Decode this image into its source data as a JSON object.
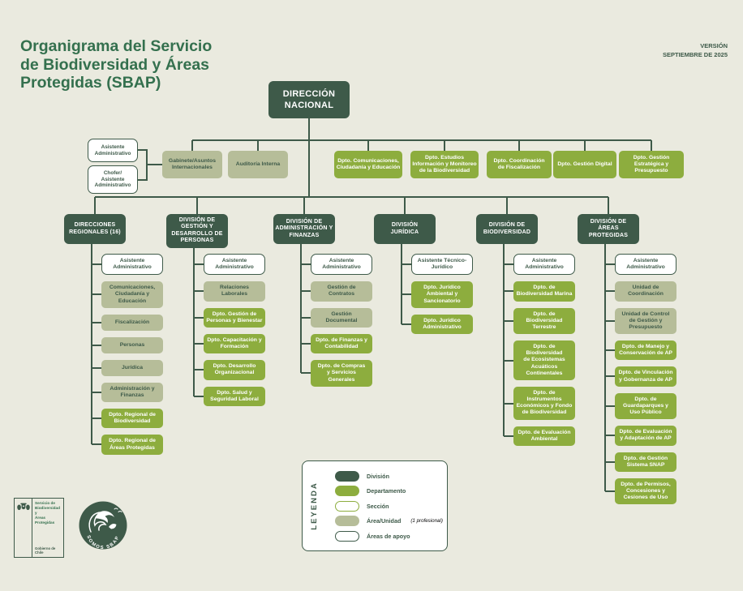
{
  "header": {
    "title": "Organigrama del Servicio\nde Biodiversidad y Áreas\nProtegidas (SBAP)",
    "version_label": "VERSIÓN",
    "version_date": "SEPTIEMBRE DE 2025"
  },
  "root": {
    "label": "DIRECCIÓN\nNACIONAL"
  },
  "support_boxes": [
    {
      "label": "Asistente\nAdministrativo",
      "type": "support"
    },
    {
      "label": "Chofer/\nAsistente\nAdministrativo",
      "type": "support"
    }
  ],
  "staff_row": [
    {
      "label": "Gabinete/Asuntos\nInternacionales",
      "type": "area"
    },
    {
      "label": "Auditoría Interna",
      "type": "area"
    },
    {
      "label": "Dpto. Comunicaciones,\nCiudadanía y Educación",
      "type": "department"
    },
    {
      "label": "Dpto. Estudios\nInformación y Monitoreo\nde la Biodiversidad",
      "type": "department"
    },
    {
      "label": "Dpto. Coordinación\nde Fiscalización",
      "type": "department"
    },
    {
      "label": "Dpto. Gestión Digital",
      "type": "department"
    },
    {
      "label": "Dpto. Gestión\nEstratégica y\nPresupuesto",
      "type": "department"
    }
  ],
  "divisions": [
    {
      "label": "DIRECCIONES\nREGIONALES (16)",
      "children": [
        {
          "label": "Asistente\nAdministrativo",
          "type": "support"
        },
        {
          "label": "Comunicaciones,\nCiudadanía y\nEducación",
          "type": "area"
        },
        {
          "label": "Fiscalización",
          "type": "area"
        },
        {
          "label": "Personas",
          "type": "area"
        },
        {
          "label": "Jurídica",
          "type": "area"
        },
        {
          "label": "Administración y\nFinanzas",
          "type": "area"
        },
        {
          "label": "Dpto. Regional de\nBiodiversidad",
          "type": "department"
        },
        {
          "label": "Dpto. Regional de\nÁreas Protegidas",
          "type": "department"
        }
      ]
    },
    {
      "label": "DIVISIÓN DE\nGESTIÓN Y\nDESARROLLO DE\nPERSONAS",
      "children": [
        {
          "label": "Asistente\nAdministrativo",
          "type": "support"
        },
        {
          "label": "Relaciones\nLaborales",
          "type": "area"
        },
        {
          "label": "Dpto. Gestión de\nPersonas y Bienestar",
          "type": "department"
        },
        {
          "label": "Dpto. Capacitación y\nFormación",
          "type": "department"
        },
        {
          "label": "Dpto. Desarrollo\nOrganizacional",
          "type": "department"
        },
        {
          "label": "Dpto. Salud y\nSeguridad Laboral",
          "type": "department"
        }
      ]
    },
    {
      "label": "DIVISIÓN DE\nADMINISTRACIÓN Y\nFINANZAS",
      "children": [
        {
          "label": "Asistente\nAdministrativo",
          "type": "support"
        },
        {
          "label": "Gestión de\nContratos",
          "type": "area"
        },
        {
          "label": "Gestión\nDocumental",
          "type": "area"
        },
        {
          "label": "Dpto. de Finanzas y\nContabilidad",
          "type": "department"
        },
        {
          "label": "Dpto. de Compras\ny Servicios\nGenerales",
          "type": "department"
        }
      ]
    },
    {
      "label": "DIVISIÓN\nJURÍDICA",
      "children": [
        {
          "label": "Asistente Técnico-\nJurídico",
          "type": "support"
        },
        {
          "label": "Dpto. Jurídico\nAmbiental y\nSancionatorio",
          "type": "department"
        },
        {
          "label": "Dpto. Jurídico\nAdministrativo",
          "type": "department"
        }
      ]
    },
    {
      "label": "DIVISIÓN DE\nBIODIVERSIDAD",
      "children": [
        {
          "label": "Asistente\nAdministrativo",
          "type": "support"
        },
        {
          "label": "Dpto. de\nBiodiversidad Marina",
          "type": "department"
        },
        {
          "label": "Dpto. de\nBiodiversidad\nTerrestre",
          "type": "department"
        },
        {
          "label": "Dpto. de\nBiodiversidad\nde Ecosistemas\nAcuáticos\nContinentales",
          "type": "department"
        },
        {
          "label": "Dpto. de\nInstrumentos\nEconómicos y Fondo\nde Biodiversidad",
          "type": "department"
        },
        {
          "label": "Dpto. de Evaluación\nAmbiental",
          "type": "department"
        }
      ]
    },
    {
      "label": "DIVISIÓN DE ÁREAS\nPROTEGIDAS",
      "children": [
        {
          "label": "Asistente\nAdministrativo",
          "type": "support"
        },
        {
          "label": "Unidad de\nCoordinación",
          "type": "area"
        },
        {
          "label": "Unidad de Control\nde Gestión y\nPresupuesto",
          "type": "area"
        },
        {
          "label": "Dpto. de Manejo y\nConservación de AP",
          "type": "department"
        },
        {
          "label": "Dpto. de Vinculación\ny Gobernanza de AP",
          "type": "department"
        },
        {
          "label": "Dpto. de\nGuardaparques y\nUso Público",
          "type": "department"
        },
        {
          "label": "Dpto. de Evaluación\ny Adaptación de AP",
          "type": "department"
        },
        {
          "label": "Dpto. de Gestión\nSistema SNAP",
          "type": "department"
        },
        {
          "label": "Dpto. de Permisos,\nConcesiones y\nCesiones de Uso",
          "type": "department"
        }
      ]
    }
  ],
  "legend": {
    "title": "LEYENDA",
    "items": [
      {
        "label": "División",
        "type": "division"
      },
      {
        "label": "Departamento",
        "type": "department"
      },
      {
        "label": "Sección",
        "type": "section"
      },
      {
        "label": "Área/Unidad",
        "suffix": "(1 profesional)",
        "type": "area"
      },
      {
        "label": "Áreas de apoyo",
        "type": "support"
      }
    ]
  },
  "footer": {
    "gov_logo_text": "Servicio de\nBiodiversidad y\nÁreas Protegidas",
    "gov_logo_footer": "Gobierno de Chile",
    "badge_text": "SOMOS SBAP"
  },
  "colors": {
    "background": "#eaeadf",
    "division": "#3e5a49",
    "department": "#8dad3e",
    "area": "#b6bd99",
    "line": "#3e5a49",
    "title": "#34704e"
  }
}
